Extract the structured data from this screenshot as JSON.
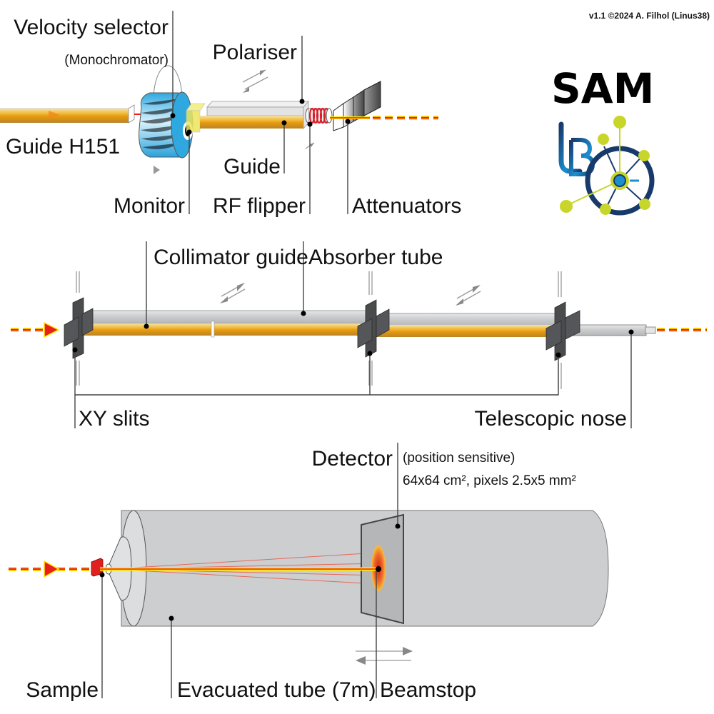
{
  "credit": "v1.1  ©2024 A. Filhol (Linus38)",
  "logo": {
    "title": "SAM",
    "emblem_icon": "llb-logo-icon",
    "colors": {
      "navy": "#173a6b",
      "blue": "#1d8fd0",
      "lime": "#c8d62a"
    }
  },
  "section_top": {
    "labels": {
      "velocity_selector": "Velocity selector",
      "monochromator": "(Monochromator)",
      "polariser": "Polariser",
      "guide_h151": "Guide H151",
      "guide": "Guide",
      "monitor": "Monitor",
      "rf_flipper": "RF flipper",
      "attenuators": "Attenuators"
    }
  },
  "section_middle": {
    "labels": {
      "collimator_guide": "Collimator guide",
      "absorber_tube": "Absorber tube",
      "xy_slits": "XY slits",
      "telescopic_nose": "Telescopic nose"
    }
  },
  "section_bottom": {
    "labels": {
      "detector": "Detector",
      "detector_note": "(position sensitive)",
      "detector_specs": "64x64 cm², pixels 2.5x5 mm²",
      "sample": "Sample",
      "evacuated_tube": "Evacuated tube (7m)",
      "beamstop": "Beamstop"
    }
  },
  "colors": {
    "beam_red": "#e8201a",
    "beam_yellow": "#ffe600",
    "guide_gold": "#e7a91e",
    "tube_grey": "#cdced0",
    "slit_dark": "#4a4b4d",
    "selector_blue": "#35b7ea",
    "flipper_red": "#d8202a"
  }
}
